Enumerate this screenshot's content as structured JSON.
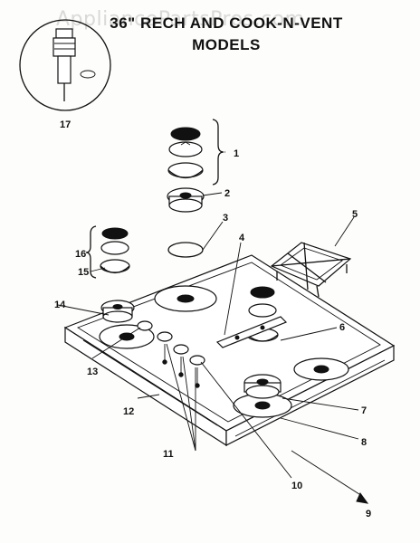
{
  "header": {
    "watermark": "AppliancePartsPros.com",
    "title_line_1": "36\" RECH AND COOK-N-VENT",
    "title_line_2": "MODELS"
  },
  "callouts": [
    "1",
    "2",
    "3",
    "4",
    "5",
    "6",
    "7",
    "8",
    "9",
    "10",
    "11",
    "12",
    "13",
    "14",
    "15",
    "16",
    "17"
  ],
  "colors": {
    "ink": "#111111",
    "paper": "#fdfdfb",
    "watermark": "#969696"
  }
}
